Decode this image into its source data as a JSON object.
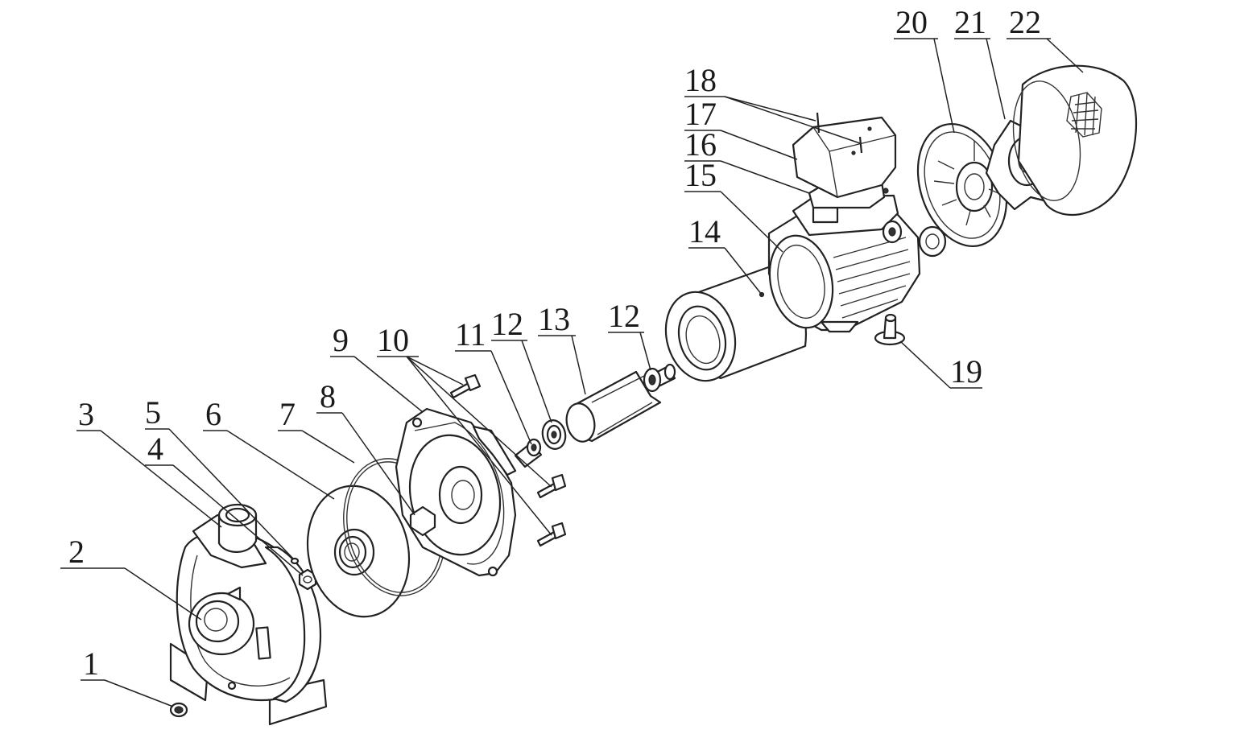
{
  "labels": {
    "n1": "1",
    "n2": "2",
    "n3": "3",
    "n4": "4",
    "n5": "5",
    "n6": "6",
    "n7": "7",
    "n8": "8",
    "n9": "9",
    "n10": "10",
    "n11": "11",
    "n12a": "12",
    "n13": "13",
    "n12b": "12",
    "n14": "14",
    "n15": "15",
    "n16": "16",
    "n17": "17",
    "n18": "18",
    "n19": "19",
    "n20": "20",
    "n21": "21",
    "n22": "22"
  },
  "colors": {
    "line": "#222222",
    "background": "#ffffff"
  }
}
